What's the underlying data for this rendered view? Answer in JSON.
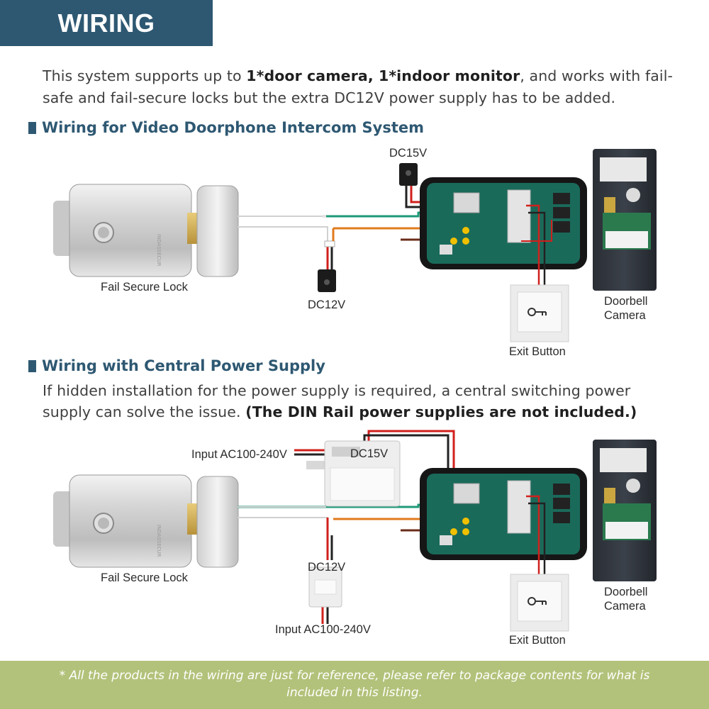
{
  "banner": {
    "title": "WIRING DIAGRAM"
  },
  "intro": {
    "text_a": "This system supports up to ",
    "bold": "1*door camera, 1*indoor monitor",
    "text_b": ", and works with fail-safe and fail-secure locks but the extra DC12V power supply has to be added."
  },
  "section1": {
    "heading": "Wiring for Video Doorphone Intercom System",
    "labels": {
      "lock": "Fail Secure Lock",
      "dc15": "DC15V",
      "dc12": "DC12V",
      "exit": "Exit Button",
      "camera_l1": "Doorbell",
      "camera_l2": "Camera"
    }
  },
  "section2": {
    "heading": "Wiring with Central Power Supply",
    "desc_a": "If hidden installation for the power supply is required, a central switching power supply can solve the issue. ",
    "desc_bold": "(The DIN Rail power supplies are not included.)",
    "labels": {
      "input_top": "Input AC100-240V",
      "dc15": "DC15V",
      "dc12": "DC12V",
      "input_bottom": "Input AC100-240V",
      "lock": "Fail Secure Lock",
      "exit": "Exit Button",
      "camera_l1": "Doorbell",
      "camera_l2": "Camera"
    }
  },
  "footer": {
    "note": "* All the products in the wiring are just for reference, please refer to package contents for what is included in this listing."
  },
  "colors": {
    "brand": "#2e5872",
    "footer_bg": "#b2c27a",
    "wire_red": "#d0201c",
    "wire_green": "#1e9a78",
    "wire_orange": "#e07a1e",
    "wire_brown": "#6b2c1a",
    "board": "#1a6a5a"
  }
}
